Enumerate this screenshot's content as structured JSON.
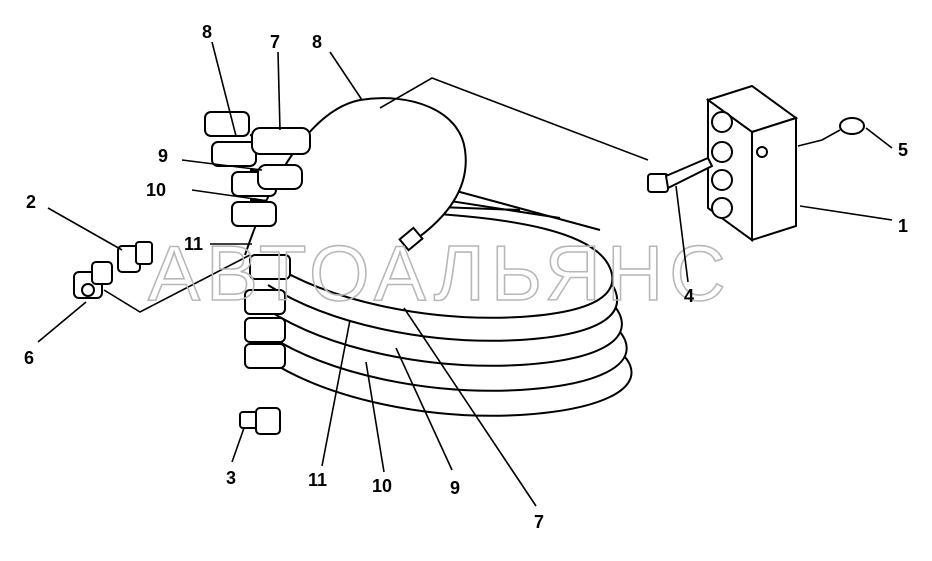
{
  "watermark": "АВТОАЛЬЯНС",
  "callouts": {
    "c8a": "8",
    "c7a": "7",
    "c8b": "8",
    "c9a": "9",
    "c10a": "10",
    "c11a": "11",
    "c2": "2",
    "c6": "6",
    "c3": "3",
    "c11b": "11",
    "c10b": "10",
    "c9b": "9",
    "c7b": "7",
    "c4": "4",
    "c5": "5",
    "c1": "1"
  }
}
